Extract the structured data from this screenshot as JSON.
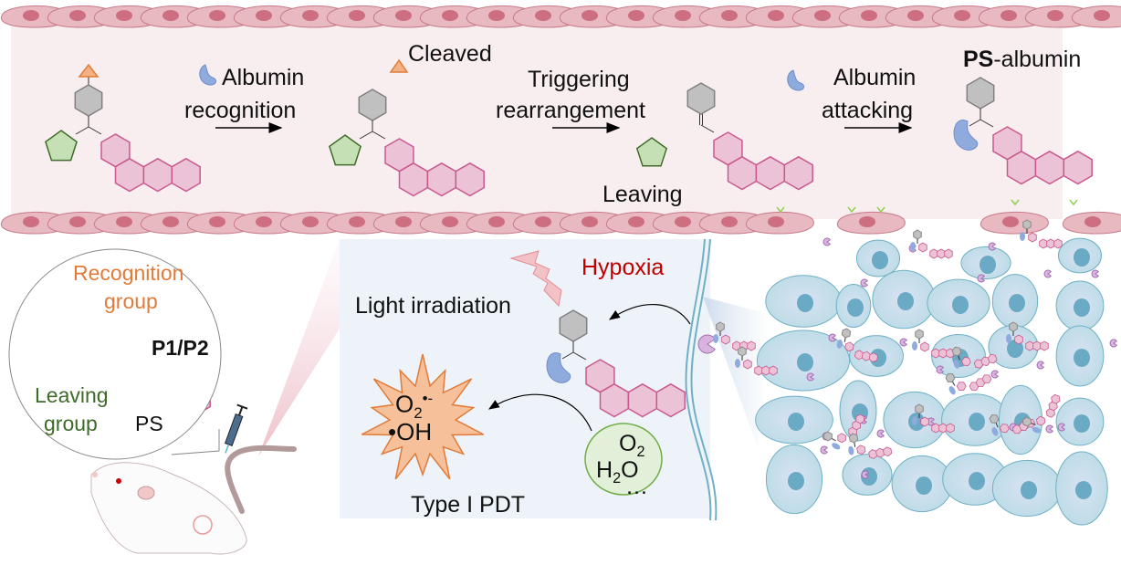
{
  "colors": {
    "vessel_bg": "#f8eef0",
    "vessel_cell": "#e8b9c0",
    "vessel_cell_stroke": "#c77b89",
    "vessel_nucleus": "#cd6f80",
    "tumor_bg": "#eef3f9",
    "tumor_cell": "#c7e2ea",
    "tumor_cell_stroke": "#6fb0c5",
    "tumor_nucleus": "#6aaac4",
    "recognition_group": "#f4b183",
    "recognition_stroke": "#e07b39",
    "linker_hex": "#c0c0c0",
    "leaving_group": "#c5e0b4",
    "leaving_stroke": "#3f6b2a",
    "ps_hex": "#ecc3d6",
    "ps_stroke": "#c9588e",
    "albumin": "#8faadc",
    "receptor": "#d9b3e0",
    "hypoxia_text": "#c00000",
    "recognition_text": "#e07b39",
    "leaving_text": "#3f6b2a",
    "burst_fill": "#f6c19a",
    "burst_stroke": "#e07b39",
    "o2_circle_fill": "#e2f0d9",
    "o2_circle_stroke": "#70ad47"
  },
  "top_panel": {
    "step1": {
      "line1": "Albumin",
      "line2": "recognition"
    },
    "cleaved": "Cleaved",
    "step2": {
      "line1": "Triggering",
      "line2": "rearrangement"
    },
    "leaving": "Leaving",
    "step3": {
      "line1": "Albumin",
      "line2": "attacking"
    },
    "product": {
      "bold": "PS",
      "rest": "-albumin"
    }
  },
  "inset": {
    "recognition": {
      "line1": "Recognition",
      "line2": "group"
    },
    "compound": "P1/P2",
    "leaving": {
      "line1": "Leaving",
      "line2": "group"
    },
    "ps": "PS"
  },
  "pdt_panel": {
    "hypoxia": "Hypoxia",
    "light": "Light irradiation",
    "ros": {
      "superoxide": "O",
      "superoxide_sub": "2",
      "superoxide_sup": "•-",
      "hydroxyl": "•OH"
    },
    "substrates": {
      "o2": "O",
      "o2_sub": "2",
      "h2o_h": "H",
      "h2o_sub": "2",
      "h2o_o": "O",
      "ellipsis": "…"
    },
    "type": "Type I PDT"
  }
}
